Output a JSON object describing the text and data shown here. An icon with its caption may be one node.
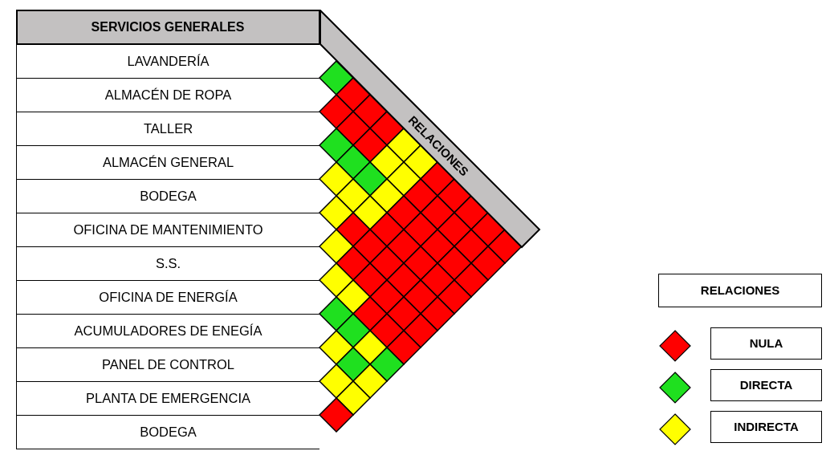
{
  "diagram": {
    "nodes": [
      {
        "text": [
          "SERVICIOS GENERALES"
        ]
      },
      {
        "text": [
          "LAVANDERÍA"
        ]
      },
      {
        "text": [
          "ALMACÉN DE ROPA"
        ]
      },
      {
        "text": [
          "TALLER"
        ]
      },
      {
        "text": [
          "ALMACÉN GENERAL"
        ]
      },
      {
        "text": [
          "BODEGA"
        ]
      },
      {
        "text": [
          "OFICINA DE MANTENIMIENTO"
        ]
      },
      {
        "text": [
          "S.S."
        ]
      },
      {
        "text": [
          "OFICINA DE ENERGÍA"
        ]
      },
      {
        "text": [
          "ACUMULADORES DE ENEGÍA"
        ]
      },
      {
        "text": [
          "PANEL DE CONTROL"
        ]
      },
      {
        "text": [
          "PLANTA DE EMERGENCIA"
        ]
      },
      {
        "text": [
          "BODEGA"
        ]
      },
      {
        "text": [
          "RELACIONES"
        ]
      },
      {
        "text": [
          "RELACIONES"
        ]
      },
      {
        "text": [],
        "shape": "diamond"
      },
      {
        "text": [],
        "shape": "diamond"
      },
      {
        "text": [],
        "shape": "diamond"
      },
      {
        "text": [],
        "shape": "diamond"
      },
      {
        "text": [],
        "shape": "diamond"
      },
      {
        "text": [],
        "shape": "diamond"
      },
      {
        "text": [],
        "shape": "diamond"
      },
      {
        "text": [],
        "shape": "diamond"
      },
      {
        "text": [],
        "shape": "diamond"
      },
      {
        "text": [],
        "shape": "diamond"
      },
      {
        "text": [],
        "shape": "diamond"
      },
      {
        "text": [],
        "shape": "diamond"
      },
      {
        "text": [],
        "shape": "diamond"
      },
      {
        "text": [],
        "shape": "diamond"
      },
      {
        "text": [],
        "shape": "diamond"
      },
      {
        "text": [],
        "shape": "diamond"
      },
      {
        "text": [],
        "shape": "diamond"
      },
      {
        "text": [],
        "shape": "diamond"
      },
      {
        "text": [],
        "shape": "diamond"
      },
      {
        "text": [],
        "shape": "diamond"
      },
      {
        "text": [],
        "shape": "diamond"
      },
      {
        "text": [],
        "shape": "diamond"
      },
      {
        "text": [],
        "shape": "diamond"
      },
      {
        "text": [],
        "shape": "diamond"
      },
      {
        "text": [],
        "shape": "diamond"
      },
      {
        "text": [],
        "shape": "diamond"
      },
      {
        "text": [],
        "shape": "diamond"
      },
      {
        "text": [],
        "shape": "diamond"
      },
      {
        "text": [],
        "shape": "diamond"
      },
      {
        "text": [],
        "shape": "diamond"
      },
      {
        "text": [],
        "shape": "diamond"
      },
      {
        "text": [],
        "shape": "diamond"
      },
      {
        "text": [],
        "shape": "diamond"
      },
      {
        "text": [],
        "shape": "diamond"
      },
      {
        "text": [],
        "shape": "diamond"
      },
      {
        "text": [],
        "shape": "diamond"
      },
      {
        "text": [],
        "shape": "diamond"
      },
      {
        "text": [],
        "shape": "diamond"
      },
      {
        "text": [],
        "shape": "diamond"
      },
      {
        "text": [],
        "shape": "diamond"
      },
      {
        "text": [],
        "shape": "diamond"
      },
      {
        "text": [],
        "shape": "diamond"
      },
      {
        "text": [],
        "shape": "diamond"
      },
      {
        "text": [],
        "shape": "diamond"
      },
      {
        "text": [],
        "shape": "diamond"
      },
      {
        "text": [],
        "shape": "diamond"
      },
      {
        "text": [],
        "shape": "diamond"
      },
      {
        "text": [],
        "shape": "diamond"
      },
      {
        "text": [],
        "shape": "diamond"
      },
      {
        "text": [],
        "shape": "diamond"
      },
      {
        "text": [],
        "shape": "diamond"
      },
      {
        "text": [],
        "shape": "diamond"
      },
      {
        "text": [],
        "shape": "diamond"
      },
      {
        "text": [],
        "shape": "diamond"
      },
      {
        "text": [],
        "shape": "diamond"
      },
      {
        "text": [],
        "shape": "diamond"
      },
      {
        "text": [],
        "shape": "diamond"
      },
      {
        "text": [],
        "shape": "diamond"
      },
      {
        "text": [],
        "shape": "diamond"
      },
      {
        "text": [],
        "shape": "diamond"
      },
      {
        "text": [],
        "shape": "diamond"
      },
      {
        "text": [],
        "shape": "diamond"
      },
      {
        "text": [],
        "shape": "diamond"
      },
      {
        "text": [],
        "shape": "diamond"
      },
      {
        "text": [],
        "shape": "diamond"
      },
      {
        "text": [],
        "shape": "diamond"
      }
    ],
    "legend": [
      {
        "text": "NULA",
        "color": "#ff0000"
      },
      {
        "text": "DIRECTA",
        "color": "#1fe01f"
      },
      {
        "text": "INDIRECTA",
        "color": "#ffff00"
      }
    ]
  }
}
